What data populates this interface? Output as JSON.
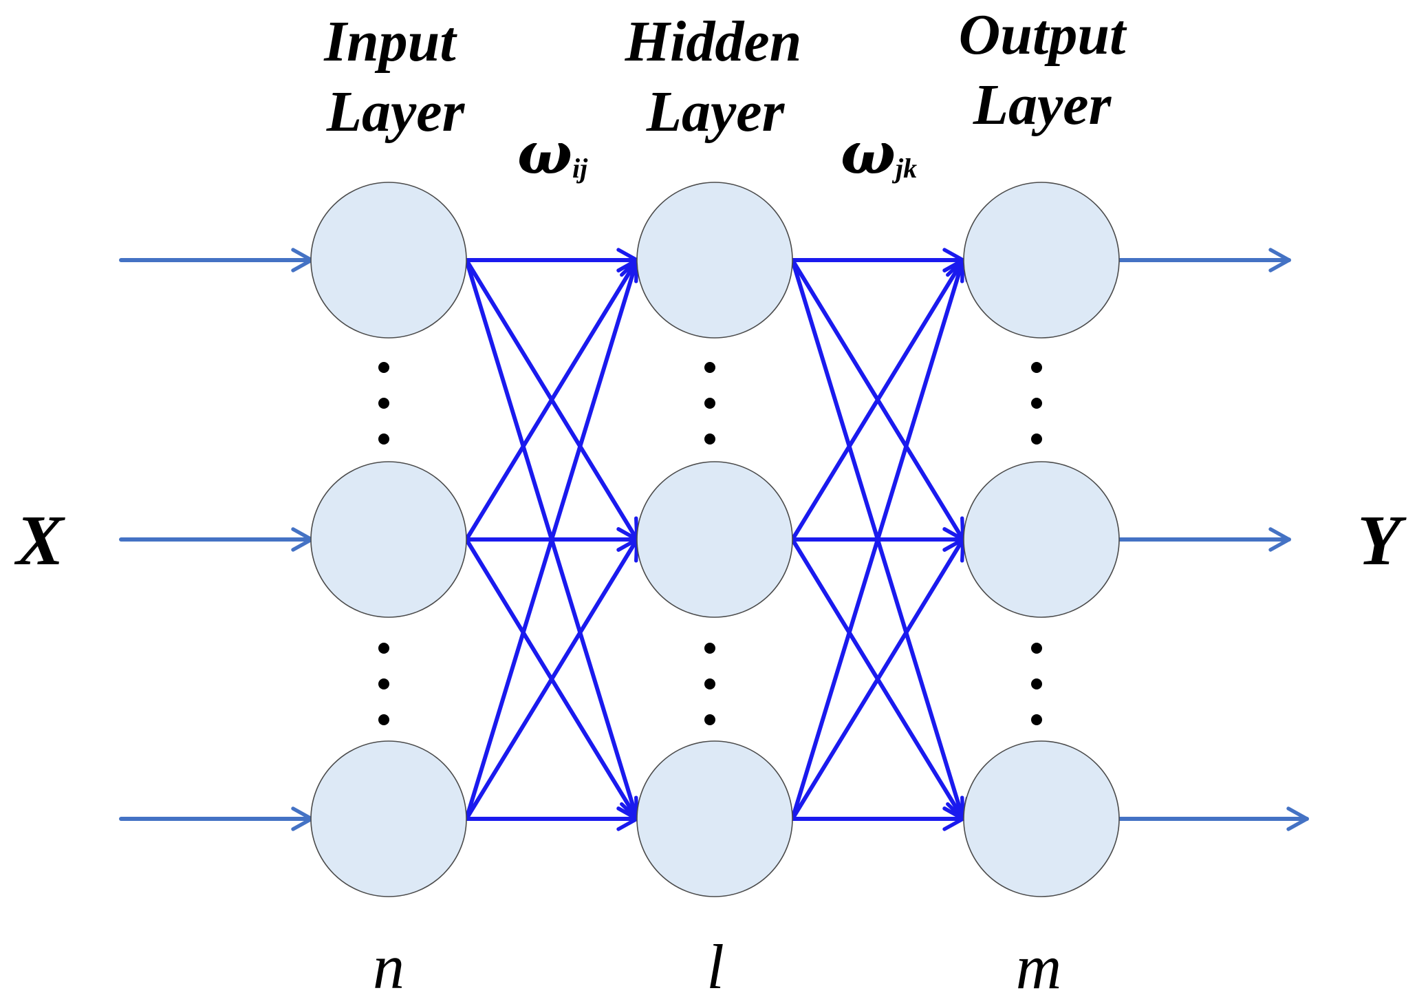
{
  "layers": [
    {
      "title_line1": "Input",
      "title_line2": "Layer",
      "size_label": "n"
    },
    {
      "title_line1": "Hidden",
      "title_line2": "Layer",
      "size_label": "l"
    },
    {
      "title_line1": "Output",
      "title_line2": "Layer",
      "size_label": "m"
    }
  ],
  "weights": [
    {
      "symbol": "ω",
      "subscript": "ij"
    },
    {
      "symbol": "ω",
      "subscript": "jk"
    }
  ],
  "input_label": "X",
  "output_label": "Y",
  "colors": {
    "node_fill": "#dde9f6",
    "io_arrow": "#4472c4",
    "connection": "#1a1aee"
  }
}
